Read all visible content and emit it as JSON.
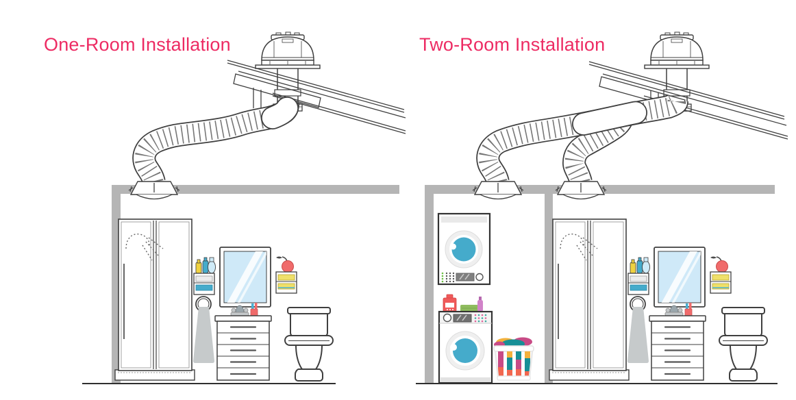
{
  "titles": {
    "left": "One-Room Installation",
    "right": "Two-Room Installation"
  },
  "colors": {
    "accent_pink": "#ED2B63",
    "line_dark": "#3F3F3F",
    "structure_gray": "#B5B5B5",
    "duct_rib_gray": "#6F6F6F",
    "water_blue": "#45ABCB",
    "mirror_blue": "#CFE9F8",
    "towel_gray": "#C6CACB",
    "shelf_towel_blue": "#49AFD3",
    "shelf_towel_yellow": "#EFE06A",
    "bottle_yellow": "#F0D23F",
    "apple_red": "#F06B6B",
    "detergent_red": "#F05A5A",
    "towel_green": "#8FBC5F",
    "bottle_pink": "#D183C9",
    "basket_teal": "#178F96",
    "basket_magenta": "#C84B86",
    "basket_yellow": "#F3B13C",
    "basket_orange": "#F2674F",
    "led_green": "#6CBF44"
  },
  "scenes": {
    "left": [
      "roof-exhaust-fan",
      "flexible-duct",
      "ceiling-vent",
      "bathroom"
    ],
    "right": [
      "roof-exhaust-fan",
      "flexible-duct",
      "flexible-duct",
      "ceiling-vent",
      "ceiling-vent",
      "laundry-room",
      "bathroom"
    ]
  }
}
